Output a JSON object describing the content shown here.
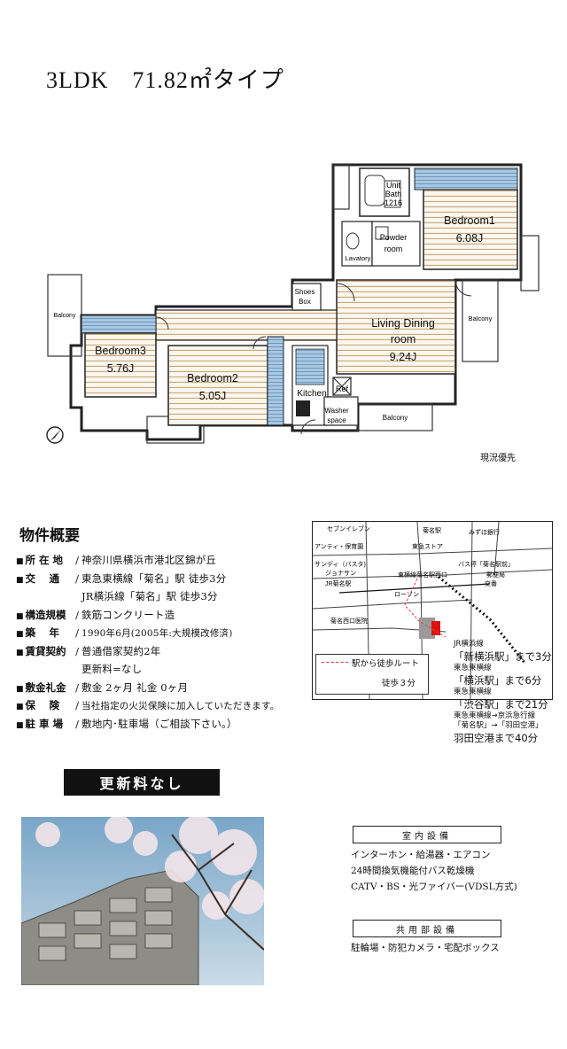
{
  "title": "3LDK　71.82㎡タイプ",
  "floorplan": {
    "rooms": {
      "bedroom1": {
        "name": "Bedroom1",
        "size": "6.08J"
      },
      "bedroom2": {
        "name": "Bedroom2",
        "size": "5.05J"
      },
      "bedroom3": {
        "name": "Bedroom3",
        "size": "5.76J"
      },
      "ldk": {
        "name_line1": "Living Dining",
        "name_line2": "room",
        "size": "9.24J"
      }
    },
    "labels": {
      "unit_bath_1": "Unit",
      "unit_bath_2": "Bath",
      "unit_bath_3": "1216",
      "powder_1": "Powder",
      "powder_2": "room",
      "lavatory": "Lavatory",
      "shoes_1": "Shoes",
      "shoes_2": "Box",
      "kitchen": "Kitchen",
      "ref": "Ref",
      "washer_1": "Washer",
      "washer_2": "space",
      "balcony": "Balcony"
    }
  },
  "status_note": "現況優先",
  "overview": {
    "title": "物件概要",
    "rows": [
      {
        "label": "所 在 地",
        "value": "神奈川県横浜市港北区錦が丘",
        "cont": false,
        "small": false
      },
      {
        "label": "交　 通",
        "value": "東急東横線「菊名」駅  徒歩3分",
        "cont": false,
        "small": false
      },
      {
        "label": "",
        "value": "JR横浜線「菊名」駅  徒歩3分",
        "cont": true,
        "small": false
      },
      {
        "label": "構造規模",
        "value": "鉄筋コンクリート造",
        "cont": false,
        "small": false
      },
      {
        "label": "築　 年",
        "value": "1990年6月(2005年:大規模改修済)",
        "cont": false,
        "small": true
      },
      {
        "label": "賃貸契約",
        "value": "普通借家契約2年",
        "cont": false,
        "small": false
      },
      {
        "label": "",
        "value": "更新料=なし",
        "cont": true,
        "small": false
      },
      {
        "label": "敷金礼金",
        "value": "敷金 2ヶ月  礼金 0ヶ月",
        "cont": false,
        "small": false
      },
      {
        "label": "保　 険",
        "value": "当社指定の火災保険に加入していただきます。",
        "cont": false,
        "small": true
      },
      {
        "label": "駐 車 場",
        "value": "敷地内･駐車場（ご相談下さい。）",
        "cont": false,
        "small": false
      }
    ]
  },
  "banner": "更新料なし",
  "map": {
    "labels": {
      "seven": "セブンイレブン",
      "kikuna_station": "菊名駅",
      "mizuho": "みずほ銀行",
      "antique": "アンティ・保育園",
      "tokyu_store": "東急ストア",
      "sunday": "サンディ（バスタ)",
      "bus_stop": "バス停「菊名駅前」",
      "jonathan": "ジョナサン",
      "east_exit": "東横線菊名駅西口",
      "post_office": "郵便局",
      "koban": "交番",
      "jr_kikuna": "JR菊名駅",
      "lawson": "ローソン",
      "clinic": "菊名西口医院"
    },
    "legend_route": "駅から徒歩ルート",
    "legend_walk": "徒歩３分"
  },
  "access": [
    {
      "line": "JR横浜線",
      "main": "「新横浜駅」まで3分"
    },
    {
      "line": "東急東横線",
      "main": "「横浜駅」まで6分"
    },
    {
      "line": "東急東横線",
      "main": "「渋谷駅」まで21分"
    },
    {
      "line": "東急東横線→京浜急行線",
      "line2": "「菊名駅」→「羽田空港」",
      "main": "羽田空港まで40分"
    }
  ],
  "indoor": {
    "heading": "室内設備",
    "items": [
      "インターホン・給湯器・エアコン",
      "24時間換気機能付バス乾燥機",
      "CATV・BS・光ファイバー(VDSL方式)"
    ]
  },
  "common": {
    "heading": "共用部設備",
    "items": [
      "駐輪場・防犯カメラ・宅配ボックス"
    ]
  },
  "colors": {
    "floor_stripe": "#c7a878",
    "closet_blue": "#8fb4d2",
    "wall": "#222222"
  }
}
